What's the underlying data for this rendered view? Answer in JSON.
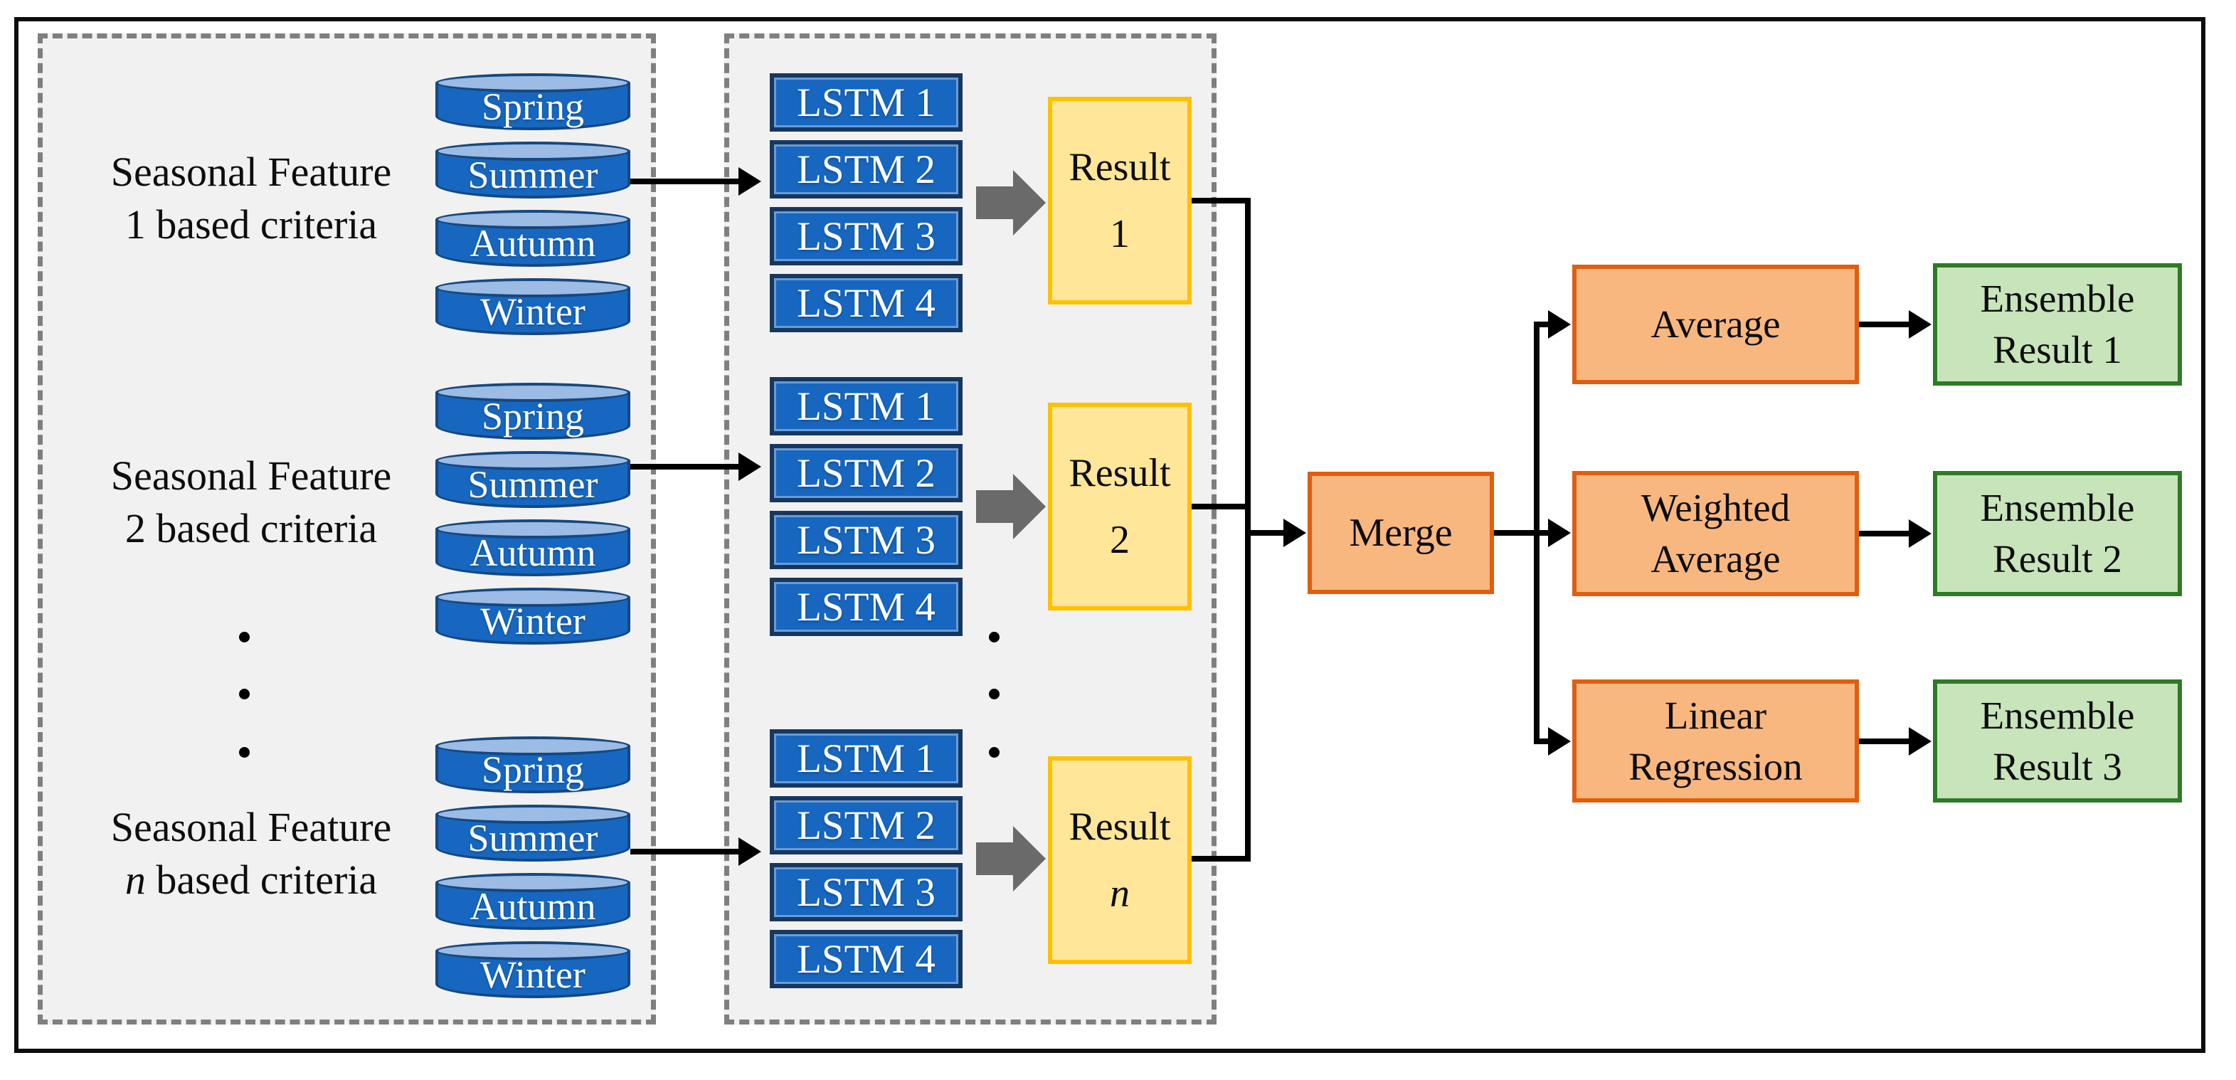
{
  "figure": {
    "seasonal_groups": [
      {
        "label_line1": "Seasonal Feature",
        "index": "1",
        "label_line2_rest": "based criteria",
        "seasons": [
          "Spring",
          "Summer",
          "Autumn",
          "Winter"
        ]
      },
      {
        "label_line1": "Seasonal Feature",
        "index": "2",
        "label_line2_rest": "based criteria",
        "seasons": [
          "Spring",
          "Summer",
          "Autumn",
          "Winter"
        ]
      },
      {
        "label_line1": "Seasonal Feature",
        "index": "n",
        "label_line2_rest": "based criteria",
        "seasons": [
          "Spring",
          "Summer",
          "Autumn",
          "Winter"
        ]
      }
    ],
    "lstm_groups": [
      {
        "models": [
          "LSTM 1",
          "LSTM 2",
          "LSTM 3",
          "LSTM 4"
        ],
        "result_word": "Result",
        "result_sub": "1"
      },
      {
        "models": [
          "LSTM 1",
          "LSTM 2",
          "LSTM 3",
          "LSTM 4"
        ],
        "result_word": "Result",
        "result_sub": "2"
      },
      {
        "models": [
          "LSTM 1",
          "LSTM 2",
          "LSTM 3",
          "LSTM 4"
        ],
        "result_word": "Result",
        "result_sub": "n"
      }
    ],
    "merge_label": "Merge",
    "methods": [
      {
        "line1": "Average",
        "line2": ""
      },
      {
        "line1": "Weighted",
        "line2": "Average"
      },
      {
        "line1": "Linear",
        "line2": "Regression"
      }
    ],
    "ensemble_results": [
      {
        "line1": "Ensemble",
        "line2": "Result 1"
      },
      {
        "line1": "Ensemble",
        "line2": "Result 2"
      },
      {
        "line1": "Ensemble",
        "line2": "Result 3"
      }
    ],
    "colors": {
      "cylinder_fill": "#1767c0",
      "cylinder_top": "#9cbbe5",
      "cylinder_border": "#15487f",
      "lstm_fill": "#1767c0",
      "lstm_border": "#17375e",
      "result_fill": "#ffe699",
      "result_border": "#ffc000",
      "orange_fill": "#f9b780",
      "orange_border": "#e05e10",
      "green_fill": "#c8e4ba",
      "green_border": "#2f7a27",
      "panel_fill": "#f1f1f1",
      "panel_border": "#7f7f7f",
      "connector": "#000000",
      "block_arrow": "#6a6a6a"
    }
  }
}
